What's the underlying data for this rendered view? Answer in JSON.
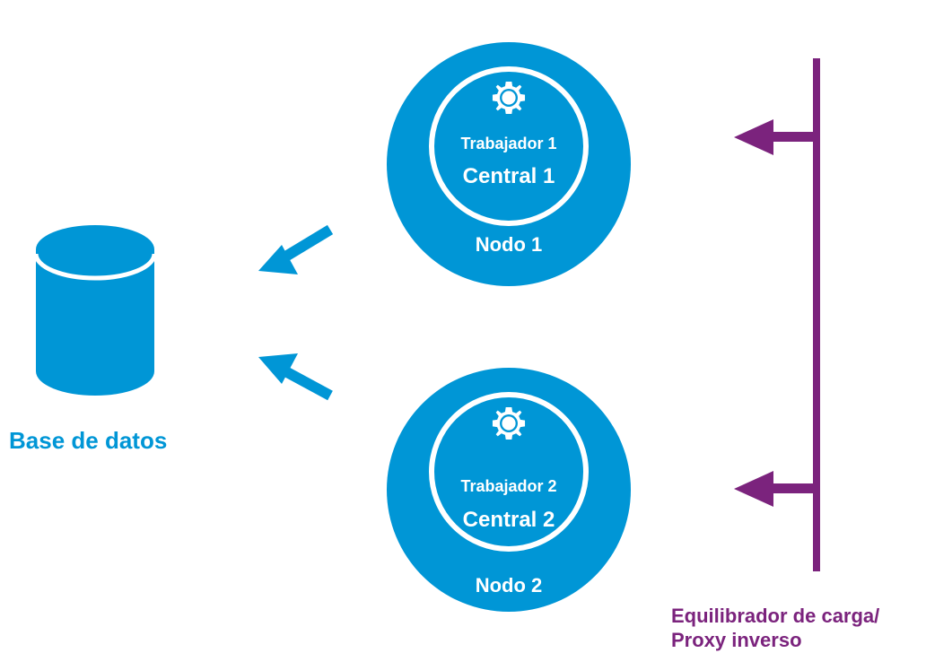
{
  "colors": {
    "node_blue": "#0096d6",
    "balancer_purple": "#7b237d",
    "label_white": "#ffffff"
  },
  "database": {
    "label": "Base de datos",
    "icon": "database-cylinder-icon"
  },
  "nodes": [
    {
      "worker": "Trabajador 1",
      "central": "Central 1",
      "node": "Nodo 1",
      "icon": "gear-icon"
    },
    {
      "worker": "Trabajador 2",
      "central": "Central 2",
      "node": "Nodo 2",
      "icon": "gear-icon"
    }
  ],
  "load_balancer": {
    "label_line1": "Equilibrador de carga/",
    "label_line2": "Proxy inverso"
  }
}
